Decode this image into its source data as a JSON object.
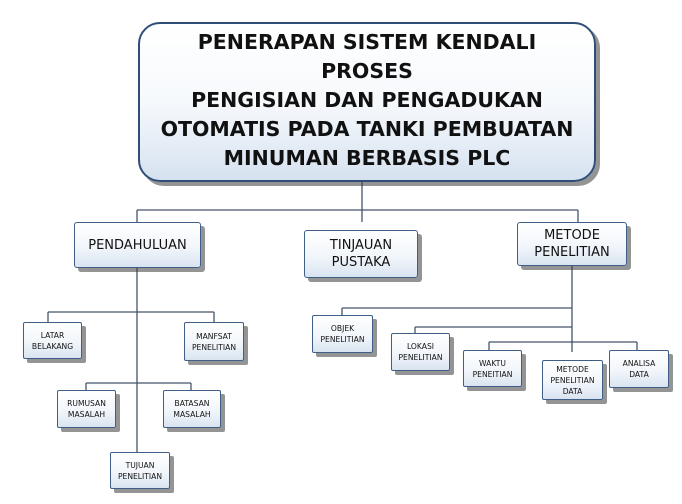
{
  "title": "PENERAPAN SISTEM KENDALI PROSES\nPENGISIAN DAN PENGADUKAN\nOTOMATIS PADA TANKI PEMBUATAN\nMINUMAN BERBASIS PLC",
  "sections": {
    "pendahuluan": {
      "label": "PENDAHULUAN",
      "items": {
        "latar_belakang": "LATAR\nBELAKANG",
        "manfaat_penelitian": "MANFSAT\nPENELITIAN",
        "rumusan_masalah": "RUMUSAN\nMASALAH",
        "batasan_masalah": "BATASAN\nMASALAH",
        "tujuan_penelitian": "TUJUAN\nPENELITIAN"
      }
    },
    "tinjauan_pustaka": {
      "label": "TINJAUAN\nPUSTAKA"
    },
    "metode_penelitian": {
      "label": "METODE\nPENELITIAN",
      "items": {
        "objek_penelitian": "OBJEK\nPENELITIAN",
        "lokasi_penelitian": "LOKASI\nPENELITIAN",
        "waktu_penelitian": "WAKTU\nPENEITIAN",
        "metode_penelitian_data": "METODE\nPENELITIAN\nDATA",
        "analisa_data": "ANALISA\nDATA"
      }
    }
  }
}
